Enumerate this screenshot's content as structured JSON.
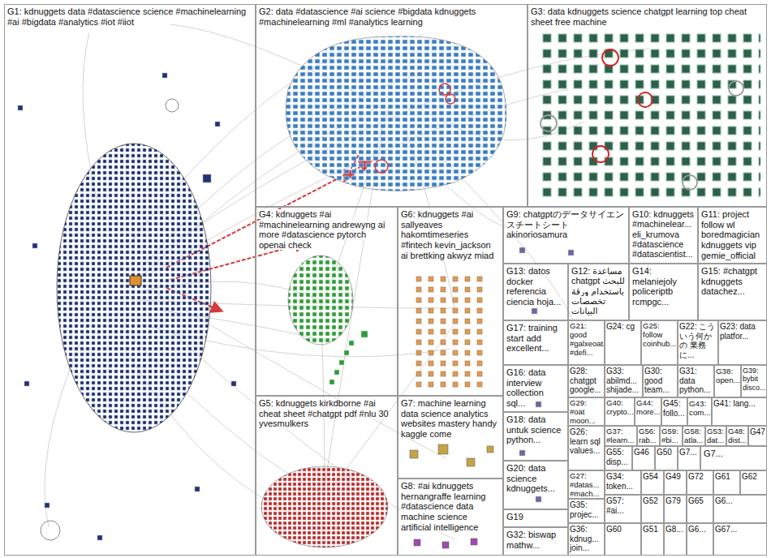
{
  "diagram": {
    "nodes": [
      {
        "text": [
          "G1: kdnuggets data #datascience science #machinelearning #ai #bigdata #analytics #iot #iiot"
        ]
      },
      {
        "text": [
          "G2: data #datascience #ai science #bigdata kdnuggets #machinelearning #ml #analytics learning"
        ]
      },
      {
        "text": [
          "G3: data kdnuggets science chatgpt learning top cheat sheet free machine"
        ]
      },
      {
        "text": [
          "G4: kdnuggets #ai #machinelearning andrewyng ai more #datascience pytorch openai check"
        ]
      },
      {
        "text": [
          "G6: kdnuggets #ai sallyeaves hakomtimeseries #fintech kevin_jackson ai brettking akwyz miad"
        ]
      },
      {
        "text": [
          "G9: chatgptのデータサイエンスチートシート akinoriosamura"
        ]
      },
      {
        "text": [
          "G10: kdnuggets #machinelear... eli_krumova #datascience #datascientist..."
        ]
      },
      {
        "text": [
          "G11: project follow wl boredmagician kdnuggets vip gemie_official"
        ]
      },
      {
        "text": [
          "G13: datos docker referencia ciencia hoja..."
        ]
      },
      {
        "text": [
          "G12: مساعدة chatgpt للبحث باستخدام ورقة تخصصات البيانات"
        ]
      },
      {
        "text": [
          "G14: melaniejoly policeriptb rcmpgc..."
        ]
      },
      {
        "text": [
          "G15: #chatgpt kdnuggets datachez..."
        ]
      },
      {
        "text": [
          "G17: training start add excellent..."
        ]
      },
      {
        "text": [
          "G21: good #galxeoat #defi..."
        ]
      },
      {
        "text": [
          "G24: cg"
        ]
      },
      {
        "text": [
          "G25: follow coinhub..."
        ]
      },
      {
        "text": [
          "G22: こう いう何かの 業務に..."
        ]
      },
      {
        "text": [
          "G23: data platfor..."
        ]
      },
      {
        "text": [
          "G16: data interview collection sql..."
        ]
      },
      {
        "text": [
          "G28: chatgpt google..."
        ]
      },
      {
        "text": [
          "G33: abilmd... shijade..."
        ]
      },
      {
        "text": [
          "G30: good team..."
        ]
      },
      {
        "text": [
          "G31: data python..."
        ]
      },
      {
        "text": [
          "G38: open..."
        ]
      },
      {
        "text": [
          "G39: bybit disco..."
        ]
      },
      {
        "text": [
          "G5: kdnuggets kirkdborne #ai cheat sheet #chatgpt pdf #nlu 30 yvesmulkers"
        ]
      },
      {
        "text": [
          "G7: machine learning data science analytics websites mastery handy kaggle come"
        ]
      },
      {
        "text": [
          "G29: #oat moon..."
        ]
      },
      {
        "text": [
          "G40: crypto..."
        ]
      },
      {
        "text": [
          "G44: more..."
        ]
      },
      {
        "text": [
          "G45: follo..."
        ]
      },
      {
        "text": [
          "G43: com..."
        ]
      },
      {
        "text": [
          "G41: lang..."
        ]
      },
      {
        "text": [
          "G18: data untuk science python..."
        ]
      },
      {
        "text": [
          "G26: learn sql values..."
        ]
      },
      {
        "text": [
          "G37: #learn..."
        ]
      },
      {
        "text": [
          "G56: rab..."
        ]
      },
      {
        "text": [
          "G59: #bi..."
        ]
      },
      {
        "text": [
          "G58: atla..."
        ]
      },
      {
        "text": [
          "G53: dat..."
        ]
      },
      {
        "text": [
          "G48: dist..."
        ]
      },
      {
        "text": [
          "G47"
        ]
      },
      {
        "text": [
          "G55: disp..."
        ]
      },
      {
        "text": [
          "G46"
        ]
      },
      {
        "text": [
          "G50"
        ]
      },
      {
        "text": [
          "G7..."
        ]
      },
      {
        "text": [
          "G7..."
        ]
      },
      {
        "text": [
          "G20: data science kdnuggets..."
        ]
      },
      {
        "text": [
          "G27: #datas... #mach..."
        ]
      },
      {
        "text": [
          "G34: token..."
        ]
      },
      {
        "text": [
          "G54"
        ]
      },
      {
        "text": [
          "G49"
        ]
      },
      {
        "text": [
          "G72"
        ]
      },
      {
        "text": [
          "G61"
        ]
      },
      {
        "text": [
          "G62"
        ]
      },
      {
        "text": [
          "G8: #ai kdnuggets hernangraffe learning #datascience data machine science artificial intelligence"
        ]
      },
      {
        "text": [
          "G57: #ai..."
        ]
      },
      {
        "text": [
          "G52"
        ]
      },
      {
        "text": [
          "G79"
        ]
      },
      {
        "text": [
          "G65"
        ]
      },
      {
        "text": [
          "G6..."
        ]
      },
      {
        "text": [
          "G35: projec..."
        ]
      },
      {
        "text": [
          "G19"
        ]
      },
      {
        "text": [
          "G36: kdnug... join..."
        ]
      },
      {
        "text": [
          "G60"
        ]
      },
      {
        "text": [
          "G51"
        ]
      },
      {
        "text": [
          "G8..."
        ]
      },
      {
        "text": [
          "G6..."
        ]
      },
      {
        "text": [
          "G67..."
        ]
      },
      {
        "text": [
          "G32: biswap mathw..."
        ]
      }
    ]
  }
}
